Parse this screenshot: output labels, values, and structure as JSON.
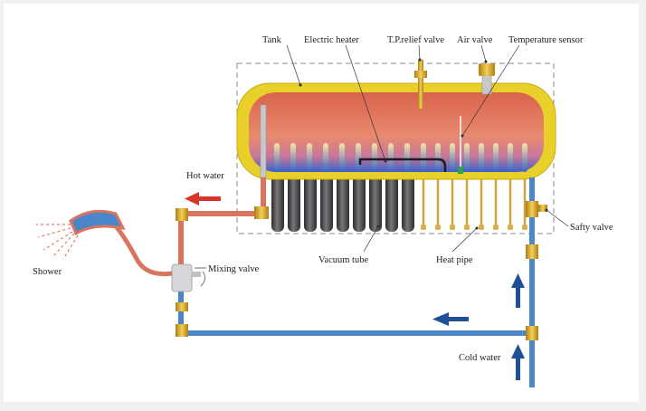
{
  "labels": {
    "tank": "Tank",
    "electric_heater": "Electric heater",
    "tp_relief_valve": "T.P.relief valve",
    "air_valve": "Air valve",
    "temperature_sensor": "Temperature sensor",
    "hot_water": "Hot water",
    "shower": "Shower",
    "mixing_valve": "Mixing valve",
    "vacuum_tube": "Vacuum tube",
    "heat_pipe": "Heat pipe",
    "safety_valve": "Safty valve",
    "cold_water": "Cold water"
  },
  "colors": {
    "background": "#f1f1f1",
    "panel": "#ffffff",
    "tank_shell": "#e8cf2a",
    "tank_hot": "#e0664a",
    "tank_cold": "#3a62c8",
    "hot_pipe": "#d9755e",
    "cold_pipe": "#4a86c9",
    "arrow_hot": "#d8352a",
    "arrow_cold": "#1f4f96",
    "brass": "#d8a72e",
    "vacuum_tube": "#3d3d40"
  }
}
